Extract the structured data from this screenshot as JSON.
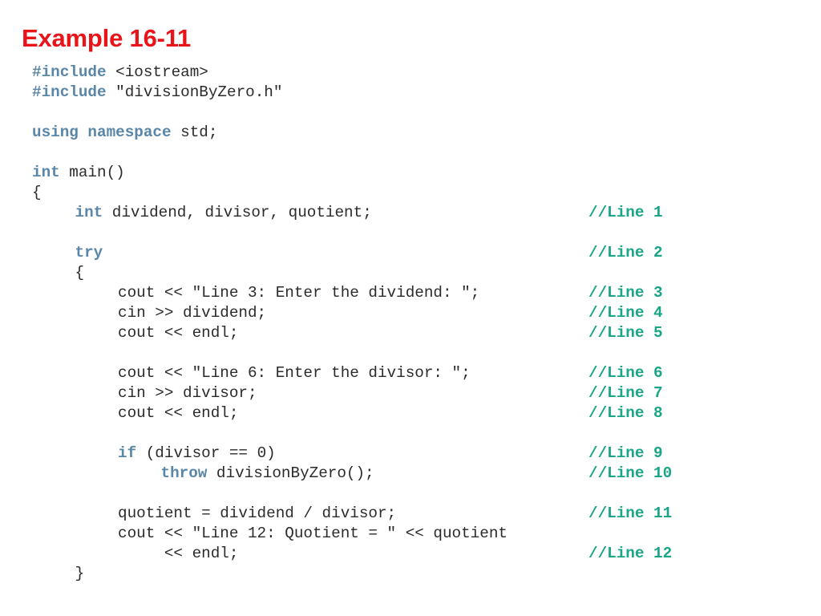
{
  "slide": {
    "title": "Example 16-11"
  },
  "colors": {
    "title": "#e8141a",
    "keyword": "#5a86a8",
    "comment": "#1aa587",
    "code": "#2b2b2b"
  },
  "code": {
    "lines": [
      {
        "indent": 0,
        "segments": [
          {
            "t": "#include",
            "kw": true
          },
          {
            "t": " <iostream>"
          }
        ],
        "comment": ""
      },
      {
        "indent": 0,
        "segments": [
          {
            "t": "#include",
            "kw": true
          },
          {
            "t": " \"divisionByZero.h\""
          }
        ],
        "comment": ""
      },
      {
        "indent": 0,
        "segments": [],
        "comment": ""
      },
      {
        "indent": 0,
        "segments": [
          {
            "t": "using namespace",
            "kw": true
          },
          {
            "t": " std;"
          }
        ],
        "comment": ""
      },
      {
        "indent": 0,
        "segments": [],
        "comment": ""
      },
      {
        "indent": 0,
        "segments": [
          {
            "t": "int",
            "kw": true
          },
          {
            "t": " main()"
          }
        ],
        "comment": ""
      },
      {
        "indent": 0,
        "segments": [
          {
            "t": "{"
          }
        ],
        "comment": ""
      },
      {
        "indent": 1,
        "segments": [
          {
            "t": "int",
            "kw": true
          },
          {
            "t": " dividend, divisor, quotient;"
          }
        ],
        "comment": "//Line 1"
      },
      {
        "indent": 0,
        "segments": [],
        "comment": ""
      },
      {
        "indent": 1,
        "segments": [
          {
            "t": "try",
            "kw": true
          }
        ],
        "comment": "//Line 2"
      },
      {
        "indent": 1,
        "segments": [
          {
            "t": "{"
          }
        ],
        "comment": ""
      },
      {
        "indent": 2,
        "segments": [
          {
            "t": "cout << \"Line 3: Enter the dividend: \";"
          }
        ],
        "comment": "//Line 3"
      },
      {
        "indent": 2,
        "segments": [
          {
            "t": "cin >> dividend;"
          }
        ],
        "comment": "//Line 4"
      },
      {
        "indent": 2,
        "segments": [
          {
            "t": "cout << endl;"
          }
        ],
        "comment": "//Line 5"
      },
      {
        "indent": 0,
        "segments": [],
        "comment": ""
      },
      {
        "indent": 2,
        "segments": [
          {
            "t": "cout << \"Line 6: Enter the divisor: \";"
          }
        ],
        "comment": "//Line 6"
      },
      {
        "indent": 2,
        "segments": [
          {
            "t": "cin >> divisor;"
          }
        ],
        "comment": "//Line 7"
      },
      {
        "indent": 2,
        "segments": [
          {
            "t": "cout << endl;"
          }
        ],
        "comment": "//Line 8"
      },
      {
        "indent": 0,
        "segments": [],
        "comment": ""
      },
      {
        "indent": 2,
        "segments": [
          {
            "t": "if",
            "kw": true
          },
          {
            "t": " (divisor == 0)"
          }
        ],
        "comment": "//Line 9"
      },
      {
        "indent": 3,
        "segments": [
          {
            "t": "throw",
            "kw": true
          },
          {
            "t": " divisionByZero();"
          }
        ],
        "comment": "//Line 10"
      },
      {
        "indent": 0,
        "segments": [],
        "comment": ""
      },
      {
        "indent": 2,
        "segments": [
          {
            "t": "quotient = dividend / divisor;"
          }
        ],
        "comment": "//Line 11"
      },
      {
        "indent": 2,
        "segments": [
          {
            "t": "cout << \"Line 12: Quotient = \" << quotient"
          }
        ],
        "comment": ""
      },
      {
        "indent": 2,
        "segments": [
          {
            "t": "     << endl;"
          }
        ],
        "comment": "//Line 12"
      },
      {
        "indent": 1,
        "segments": [
          {
            "t": "}"
          }
        ],
        "comment": ""
      }
    ]
  }
}
